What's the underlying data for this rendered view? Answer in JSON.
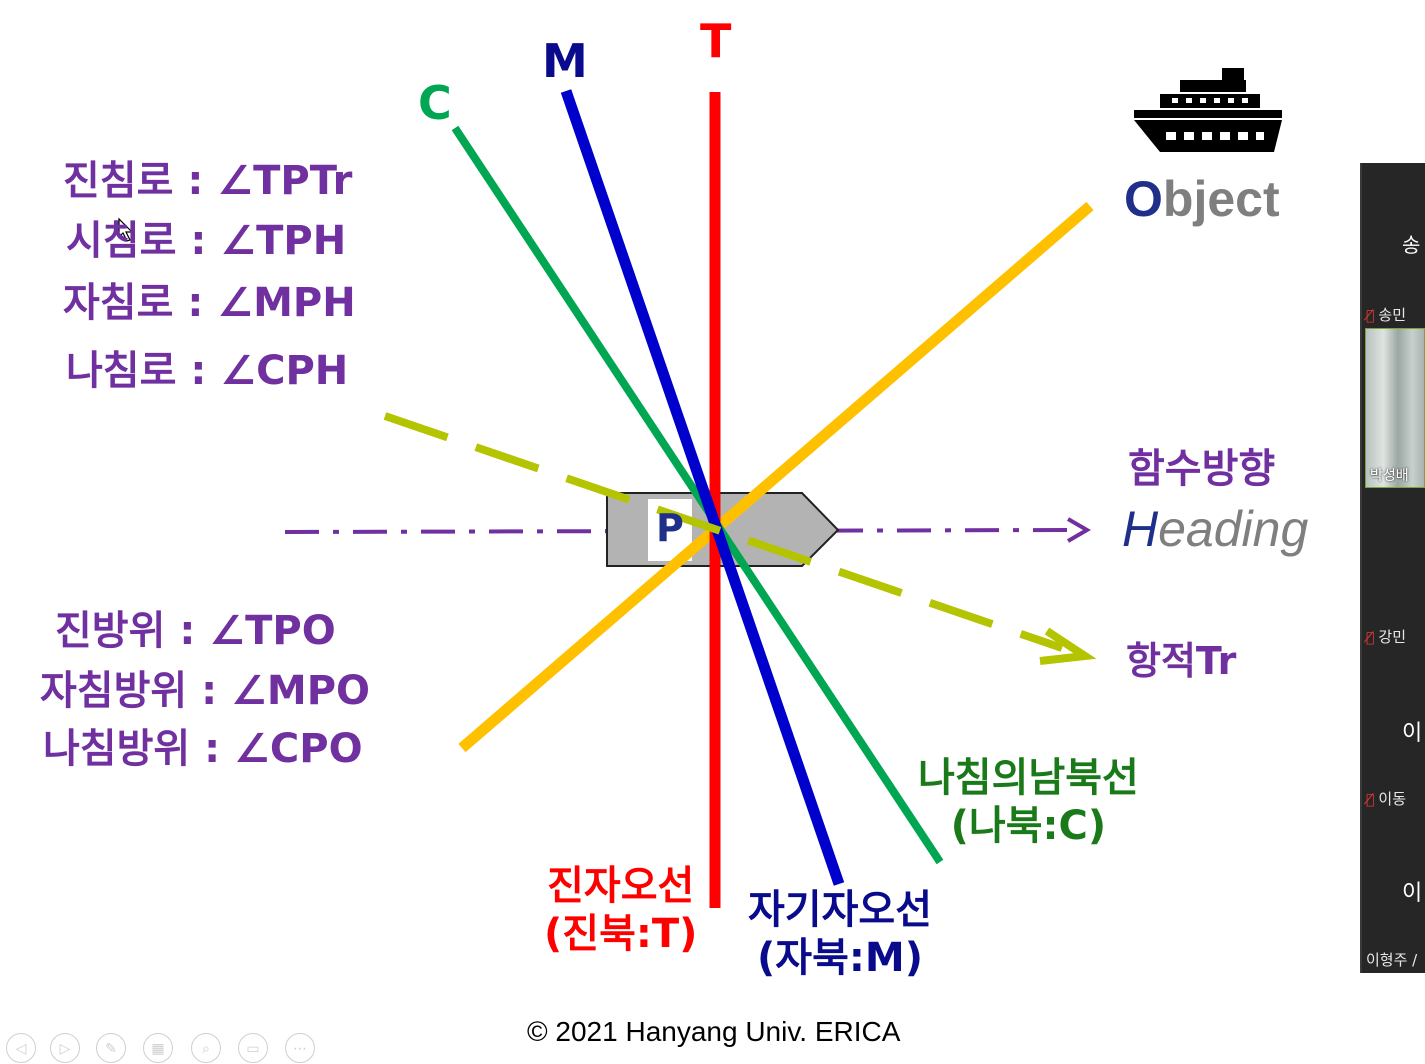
{
  "axes": {
    "t_letter": "T",
    "m_letter": "M",
    "c_letter": "C",
    "p_letter": "P"
  },
  "course_labels": [
    "진침로 : ∠TPTr",
    "시침로 : ∠TPH",
    "자침로 : ∠MPH",
    "나침로 : ∠CPH"
  ],
  "bearing_labels": [
    "진방위 : ∠TPO",
    "자침방위 : ∠MPO",
    "나침방위 : ∠CPO"
  ],
  "object": {
    "first": "O",
    "rest": "bject"
  },
  "heading": {
    "korean": "함수방향",
    "first": "H",
    "rest": "eading"
  },
  "track_label": "항적Tr",
  "compass_meridian": {
    "line1": "나침의남북선",
    "line2": "(나북:C)"
  },
  "true_meridian": {
    "line1": "진자오선",
    "line2": "(진북:T)"
  },
  "magnetic_meridian": {
    "line1": "자기자오선",
    "line2": "(자북:M)"
  },
  "copyright": "© 2021 Hanyang Univ. ERICA",
  "colors": {
    "true_north": "#ff0000",
    "magnetic_north": "#0000cc",
    "compass_north": "#00a651",
    "object_bearing": "#ffc000",
    "track": "#b5c400",
    "heading": "#7030a0",
    "label_purple": "#7030a0",
    "compass_text": "#1a7a1a",
    "object_dark": "#1f2f8a",
    "object_gray": "#7f7f7f"
  },
  "participants": {
    "top_partial": "송",
    "p1_name": "송민",
    "video_name": "박성배",
    "p2_name": "강민",
    "p2_big": "이",
    "p3_name": "이동",
    "p3_big": "이",
    "bottom_name": "이형주 /"
  }
}
